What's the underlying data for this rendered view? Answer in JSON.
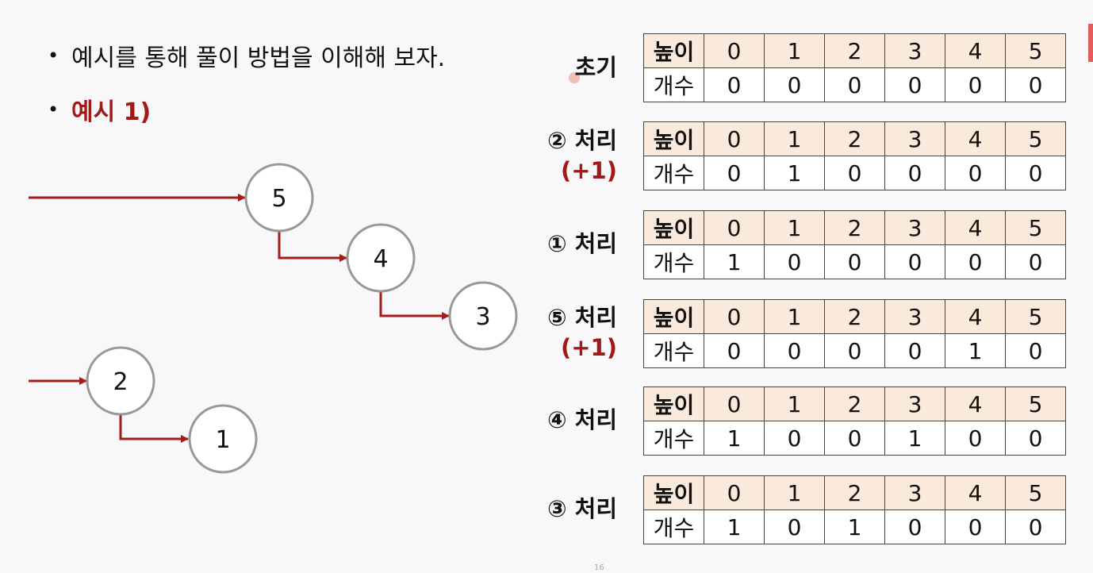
{
  "bullets": [
    {
      "text": "예시를 통해 풀이 방법을 이해해 보자."
    },
    {
      "text": "예시 1)"
    }
  ],
  "nodes": [
    {
      "label": "5"
    },
    {
      "label": "4"
    },
    {
      "label": "3"
    },
    {
      "label": "2"
    },
    {
      "label": "1"
    }
  ],
  "tables": [
    {
      "label": "초기",
      "plus": "",
      "header_label": "높이",
      "row_label": "개수",
      "heights": [
        "0",
        "1",
        "2",
        "3",
        "4",
        "5"
      ],
      "counts": [
        "0",
        "0",
        "0",
        "0",
        "0",
        "0"
      ]
    },
    {
      "label": "② 처리",
      "plus": "(+1)",
      "header_label": "높이",
      "row_label": "개수",
      "heights": [
        "0",
        "1",
        "2",
        "3",
        "4",
        "5"
      ],
      "counts": [
        "0",
        "1",
        "0",
        "0",
        "0",
        "0"
      ]
    },
    {
      "label": "① 처리",
      "plus": "",
      "header_label": "높이",
      "row_label": "개수",
      "heights": [
        "0",
        "1",
        "2",
        "3",
        "4",
        "5"
      ],
      "counts": [
        "1",
        "0",
        "0",
        "0",
        "0",
        "0"
      ]
    },
    {
      "label": "⑤ 처리",
      "plus": "(+1)",
      "header_label": "높이",
      "row_label": "개수",
      "heights": [
        "0",
        "1",
        "2",
        "3",
        "4",
        "5"
      ],
      "counts": [
        "0",
        "0",
        "0",
        "0",
        "1",
        "0"
      ]
    },
    {
      "label": "④ 처리",
      "plus": "",
      "header_label": "높이",
      "row_label": "개수",
      "heights": [
        "0",
        "1",
        "2",
        "3",
        "4",
        "5"
      ],
      "counts": [
        "1",
        "0",
        "0",
        "1",
        "0",
        "0"
      ]
    },
    {
      "label": "③ 처리",
      "plus": "",
      "header_label": "높이",
      "row_label": "개수",
      "heights": [
        "0",
        "1",
        "2",
        "3",
        "4",
        "5"
      ],
      "counts": [
        "1",
        "0",
        "1",
        "0",
        "0",
        "0"
      ]
    }
  ],
  "page_number": "16",
  "colors": {
    "arrow": "#a31d1a",
    "accent_text": "#a01a17",
    "header_fill": "#faeadc"
  }
}
